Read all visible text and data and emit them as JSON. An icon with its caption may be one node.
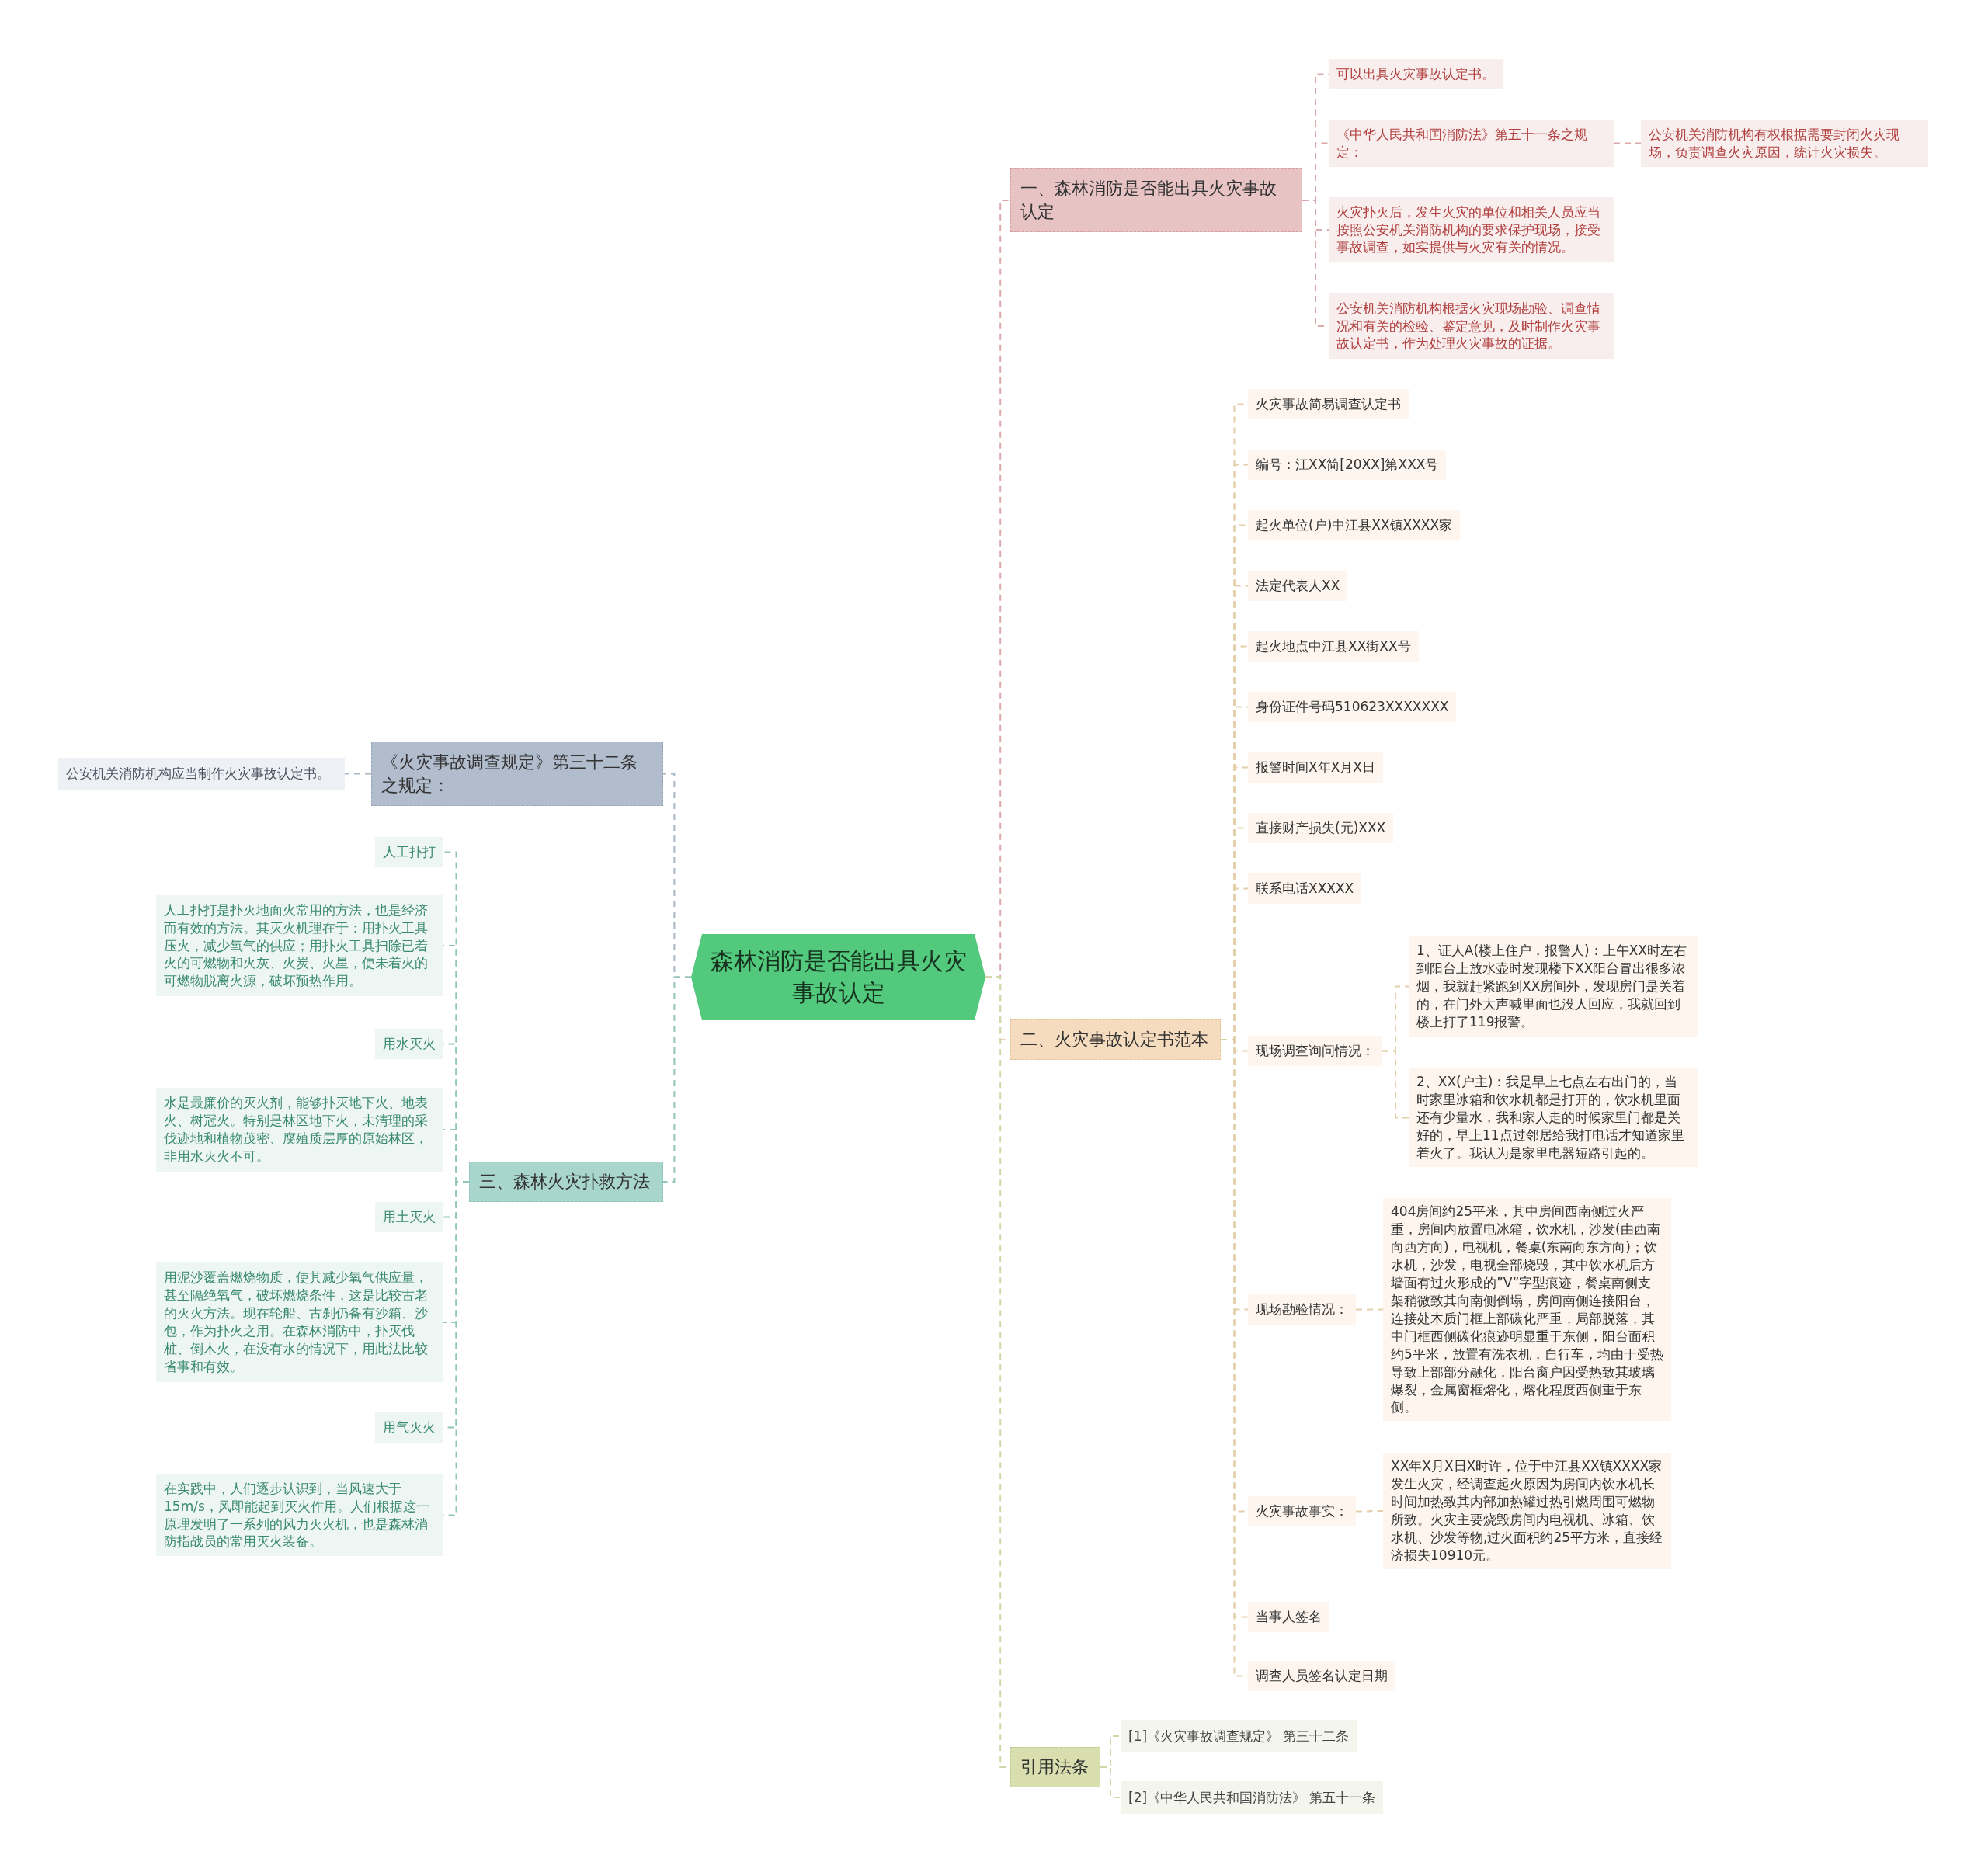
{
  "diagram": {
    "nodes": [
      {
        "text": [
          "森林消防是否能出具火灾事故认定"
        ]
      },
      {
        "text": [
          "一、森林消防是否能出具火灾事故认定"
        ]
      },
      {
        "text": [
          "可以出具火灾事故认定书。"
        ]
      },
      {
        "text": [
          "《中华人民共和国消防法》第五十一条之规定："
        ]
      },
      {
        "text": [
          "公安机关消防机构有权根据需要封闭火灾现场，负责调查火灾原因，统计火灾损失。"
        ]
      },
      {
        "text": [
          "火灾扑灭后，发生火灾的单位和相关人员应当按照公安机关消防机构的要求保护现场，接受事故调查，如实提供与火灾有关的情况。"
        ]
      },
      {
        "text": [
          "公安机关消防机构根据火灾现场勘验、调查情况和有关的检验、鉴定意见，及时制作火灾事故认定书，作为处理火灾事故的证据。"
        ]
      },
      {
        "text": [
          "二、火灾事故认定书范本"
        ]
      },
      {
        "text": [
          "火灾事故简易调查认定书"
        ]
      },
      {
        "text": [
          "编号：江XX简[20XX]第XXX号"
        ]
      },
      {
        "text": [
          "起火单位(户)中江县XX镇XXXX家"
        ]
      },
      {
        "text": [
          "法定代表人XX"
        ]
      },
      {
        "text": [
          "起火地点中江县XX街XX号"
        ]
      },
      {
        "text": [
          "身份证件号码510623XXXXXXX"
        ]
      },
      {
        "text": [
          "报警时间X年X月X日"
        ]
      },
      {
        "text": [
          "直接财产损失(元)XXX"
        ]
      },
      {
        "text": [
          "联系电话XXXXX"
        ]
      },
      {
        "text": [
          "现场调查询问情况："
        ]
      },
      {
        "text": [
          "1、证人A(楼上住户，报警人)：上午XX时左右到阳台上放水壶时发现楼下XX阳台冒出很多浓烟，我就赶紧跑到XX房间外，发现房门是关着的，在门外大声喊里面也没人回应，我就回到楼上打了119报警。"
        ]
      },
      {
        "text": [
          "2、XX(户主)：我是早上七点左右出门的，当时家里冰箱和饮水机都是打开的，饮水机里面还有少量水，我和家人走的时候家里门都是关好的，早上11点过邻居给我打电话才知道家里着火了。我认为是家里电器短路引起的。"
        ]
      },
      {
        "text": [
          "现场勘验情况："
        ]
      },
      {
        "text": [
          "404房间约25平米，其中房间西南侧过火严重，房间内放置电冰箱，饮水机，沙发(由西南向西方向)，电视机，餐桌(东南向东方向)；饮水机，沙发，电视全部烧毁，其中饮水机后方墙面有过火形成的”V”字型痕迹，餐桌南侧支架稍微致其向南侧倒塌，房间南侧连接阳台，连接处木质门框上部碳化严重，局部脱落，其中门框西侧碳化痕迹明显重于东侧，阳台面积约5平米，放置有洗衣机，自行车，均由于受热导致上部部分融化，阳台窗户因受热致其玻璃爆裂，金属窗框熔化，熔化程度西侧重于东侧。"
        ]
      },
      {
        "text": [
          "火灾事故事实："
        ]
      },
      {
        "text": [
          "XX年X月X日X时许，位于中江县XX镇XXXX家发生火灾，经调查起火原因为房间内饮水机长时间加热致其内部加热罐过热引燃周围可燃物所致。火灾主要烧毁房间内电视机、冰箱、饮水机、沙发等物,过火面积约25平方米，直接经济损失10910元。"
        ]
      },
      {
        "text": [
          "当事人签名"
        ]
      },
      {
        "text": [
          "调查人员签名认定日期"
        ]
      },
      {
        "text": [
          "引用法条"
        ]
      },
      {
        "text": [
          "[1]《火灾事故调查规定》 第三十二条"
        ]
      },
      {
        "text": [
          "[2]《中华人民共和国消防法》 第五十一条"
        ]
      },
      {
        "text": [
          "《火灾事故调查规定》第三十二条之规定："
        ]
      },
      {
        "text": [
          "公安机关消防机构应当制作火灾事故认定书。"
        ]
      },
      {
        "text": [
          "三、森林火灾扑救方法"
        ]
      },
      {
        "text": [
          "人工扑打"
        ]
      },
      {
        "text": [
          "人工扑打是扑灭地面火常用的方法，也是经济而有效的方法。其灭火机理在于：用扑火工具压火，减少氧气的供应；用扑火工具扫除已着火的可燃物和火灰、火炭、火星，使未着火的可燃物脱离火源，破坏预热作用。"
        ]
      },
      {
        "text": [
          "用水灭火"
        ]
      },
      {
        "text": [
          "水是最廉价的灭火剂，能够扑灭地下火、地表火、树冠火。特别是林区地下火，未清理的采伐迹地和植物茂密、腐殖质层厚的原始林区，非用水灭火不可。"
        ]
      },
      {
        "text": [
          "用土灭火"
        ]
      },
      {
        "text": [
          "用泥沙覆盖燃烧物质，使其减少氧气供应量，甚至隔绝氧气，破坏燃烧条件，这是比较古老的灭火方法。现在轮船、古刹仍备有沙箱、沙包，作为扑火之用。在森林消防中，扑灭伐桩、倒木火，在没有水的情况下，用此法比较省事和有效。"
        ]
      },
      {
        "text": [
          "用气灭火"
        ]
      },
      {
        "text": [
          "在实践中，人们逐步认识到，当风速大于15m/s，风即能起到灭火作用。人们根据这一原理发明了一系列的风力灭火机，也是森林消防指战员的常用灭火装备。"
        ]
      }
    ],
    "edges": [
      {
        "from": 0,
        "to": 1,
        "arrow": "none",
        "color": "#dca9aa"
      },
      {
        "from": 0,
        "to": 7,
        "arrow": "none",
        "color": "#e3cfa9"
      },
      {
        "from": 0,
        "to": 26,
        "arrow": "none",
        "color": "#d2d7a9"
      },
      {
        "from": 0,
        "to": 29,
        "arrow": "none",
        "color": "#a9b6c7"
      },
      {
        "from": 0,
        "to": 31,
        "arrow": "none",
        "color": "#92c6ba"
      },
      {
        "from": 1,
        "to": 2,
        "arrow": "none",
        "color": "#dca9aa"
      },
      {
        "from": 1,
        "to": 3,
        "arrow": "none",
        "color": "#dca9aa"
      },
      {
        "from": 3,
        "to": 4,
        "arrow": "none",
        "color": "#dca9aa"
      },
      {
        "from": 1,
        "to": 5,
        "arrow": "none",
        "color": "#dca9aa"
      },
      {
        "from": 1,
        "to": 6,
        "arrow": "none",
        "color": "#dca9aa"
      },
      {
        "from": 7,
        "to": 8,
        "arrow": "none",
        "color": "#e3cfa9"
      },
      {
        "from": 7,
        "to": 9,
        "arrow": "none",
        "color": "#e3cfa9"
      },
      {
        "from": 7,
        "to": 10,
        "arrow": "none",
        "color": "#e3cfa9"
      },
      {
        "from": 7,
        "to": 11,
        "arrow": "none",
        "color": "#e3cfa9"
      },
      {
        "from": 7,
        "to": 12,
        "arrow": "none",
        "color": "#e3cfa9"
      },
      {
        "from": 7,
        "to": 13,
        "arrow": "none",
        "color": "#e3cfa9"
      },
      {
        "from": 7,
        "to": 14,
        "arrow": "none",
        "color": "#e3cfa9"
      },
      {
        "from": 7,
        "to": 15,
        "arrow": "none",
        "color": "#e3cfa9"
      },
      {
        "from": 7,
        "to": 16,
        "arrow": "none",
        "color": "#e3cfa9"
      },
      {
        "from": 7,
        "to": 17,
        "arrow": "none",
        "color": "#e3cfa9"
      },
      {
        "from": 17,
        "to": 18,
        "arrow": "none",
        "color": "#e3cfa9"
      },
      {
        "from": 17,
        "to": 19,
        "arrow": "none",
        "color": "#e3cfa9"
      },
      {
        "from": 7,
        "to": 20,
        "arrow": "none",
        "color": "#e3cfa9"
      },
      {
        "from": 20,
        "to": 21,
        "arrow": "none",
        "color": "#e3cfa9"
      },
      {
        "from": 7,
        "to": 22,
        "arrow": "none",
        "color": "#e3cfa9"
      },
      {
        "from": 22,
        "to": 23,
        "arrow": "none",
        "color": "#e3cfa9"
      },
      {
        "from": 7,
        "to": 24,
        "arrow": "none",
        "color": "#e3cfa9"
      },
      {
        "from": 7,
        "to": 25,
        "arrow": "none",
        "color": "#e3cfa9"
      },
      {
        "from": 26,
        "to": 27,
        "arrow": "none",
        "color": "#d2d7a9"
      },
      {
        "from": 26,
        "to": 28,
        "arrow": "none",
        "color": "#d2d7a9"
      },
      {
        "from": 29,
        "to": 30,
        "arrow": "none",
        "color": "#a9b6c7"
      },
      {
        "from": 31,
        "to": 32,
        "arrow": "none",
        "color": "#92c6ba"
      },
      {
        "from": 31,
        "to": 33,
        "arrow": "none",
        "color": "#92c6ba"
      },
      {
        "from": 31,
        "to": 34,
        "arrow": "none",
        "color": "#92c6ba"
      },
      {
        "from": 31,
        "to": 35,
        "arrow": "none",
        "color": "#92c6ba"
      },
      {
        "from": 31,
        "to": 36,
        "arrow": "none",
        "color": "#92c6ba"
      },
      {
        "from": 31,
        "to": 37,
        "arrow": "none",
        "color": "#92c6ba"
      },
      {
        "from": 31,
        "to": 38,
        "arrow": "none",
        "color": "#92c6ba"
      },
      {
        "from": 31,
        "to": 39,
        "arrow": "none",
        "color": "#92c6ba"
      }
    ]
  }
}
